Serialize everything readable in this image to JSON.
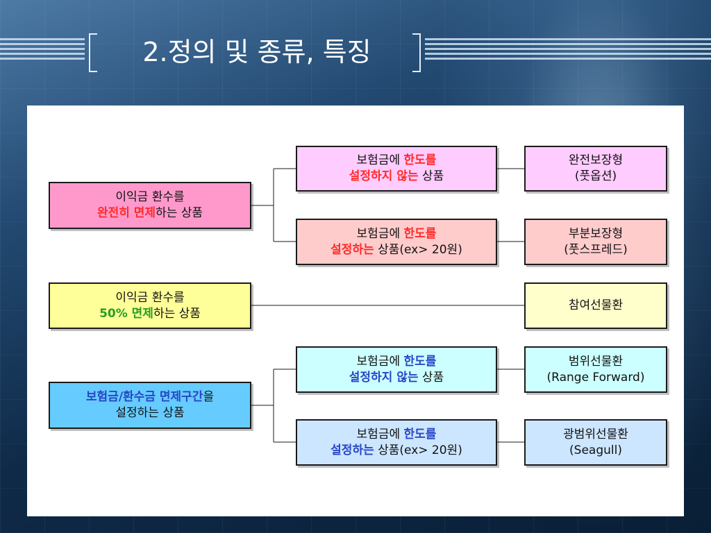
{
  "title": "2.정의 및 종류, 특징",
  "colors": {
    "pink": "#ff99cc",
    "light_pink": "#ffccff",
    "salmon": "#ffcccc",
    "yellow": "#ffff99",
    "cream": "#ffffcc",
    "blue": "#66ccff",
    "light_cyan": "#ccffff",
    "light_blue": "#cce6ff",
    "red_text": "#ff2a2a",
    "green_text": "#27a01f",
    "blue_text": "#2846c8"
  },
  "diagram": {
    "left": [
      {
        "line1": "이익금 환수를",
        "hl": "완전히 면제",
        "line2_rest": "하는 상품"
      },
      {
        "line1": "이익금 환수를",
        "hl": "50% 면제",
        "line2_rest": "하는 상품"
      },
      {
        "hl": "보험금/환수금 면제구간",
        "line1_rest": "을",
        "line2": "설정하는 상품"
      }
    ],
    "middle": [
      {
        "prefix": "보험금에 ",
        "hl1": "한도를",
        "hl2": "설정하지 않는",
        "rest": " 상품"
      },
      {
        "prefix": "보험금에 ",
        "hl1": "한도를",
        "hl2": "설정하는",
        "rest": " 상품(ex> 20원)"
      },
      {
        "prefix": "보험금에 ",
        "hl1": "한도를",
        "hl2": "설정하지 않는",
        "rest": " 상품"
      },
      {
        "prefix": "보험금에 ",
        "hl1": "한도를",
        "hl2": "설정하는",
        "rest": " 상품(ex> 20원)"
      }
    ],
    "right": [
      {
        "line1": "완전보장형",
        "line2": "(풋옵션)"
      },
      {
        "line1": "부분보장형",
        "line2": "(풋스프레드)"
      },
      {
        "line1": "참여선물환"
      },
      {
        "line1": "범위선물환",
        "line2": "(Range Forward)"
      },
      {
        "line1": "광범위선물환",
        "line2": "(Seagull)"
      }
    ]
  }
}
